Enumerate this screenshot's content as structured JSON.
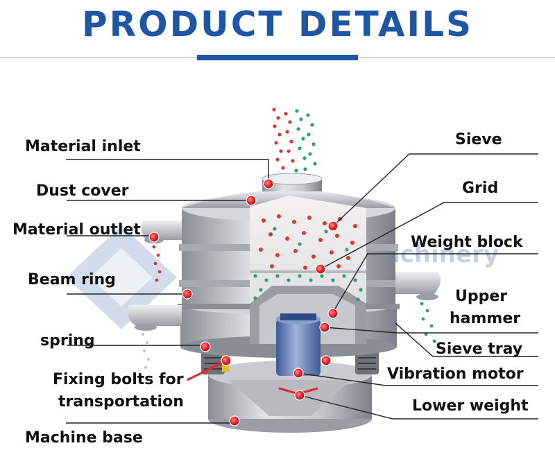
{
  "header": {
    "title": "PRODUCT DETAILS"
  },
  "colors": {
    "title": "#1f56a4",
    "marker": "#e8232a",
    "leader": "#222222",
    "steel_light": "#d9dadd",
    "steel_dark": "#7d8088",
    "motor": "#4a6aa6",
    "particles_red": "#d9382e",
    "particles_green": "#2f9e6e",
    "watermark": "#8fa3c8"
  },
  "watermark": {
    "text": "Machinery"
  },
  "labels": {
    "material_inlet": "Material inlet",
    "dust_cover": "Dust cover",
    "material_outlet": "Material outlet",
    "beam_ring": "Beam ring",
    "spring": "spring",
    "fixing_bolts_line1": "Fixing bolts for",
    "fixing_bolts_line2": "transportation",
    "machine_base": "Machine base",
    "sieve": "Sieve",
    "grid": "Grid",
    "weight_block": "Weight block",
    "upper_hammer_line1": "Upper",
    "upper_hammer_line2": "hammer",
    "sieve_tray": "Sieve tray",
    "vibration_motor": "Vibration motor",
    "lower_weight": "Lower weight"
  }
}
